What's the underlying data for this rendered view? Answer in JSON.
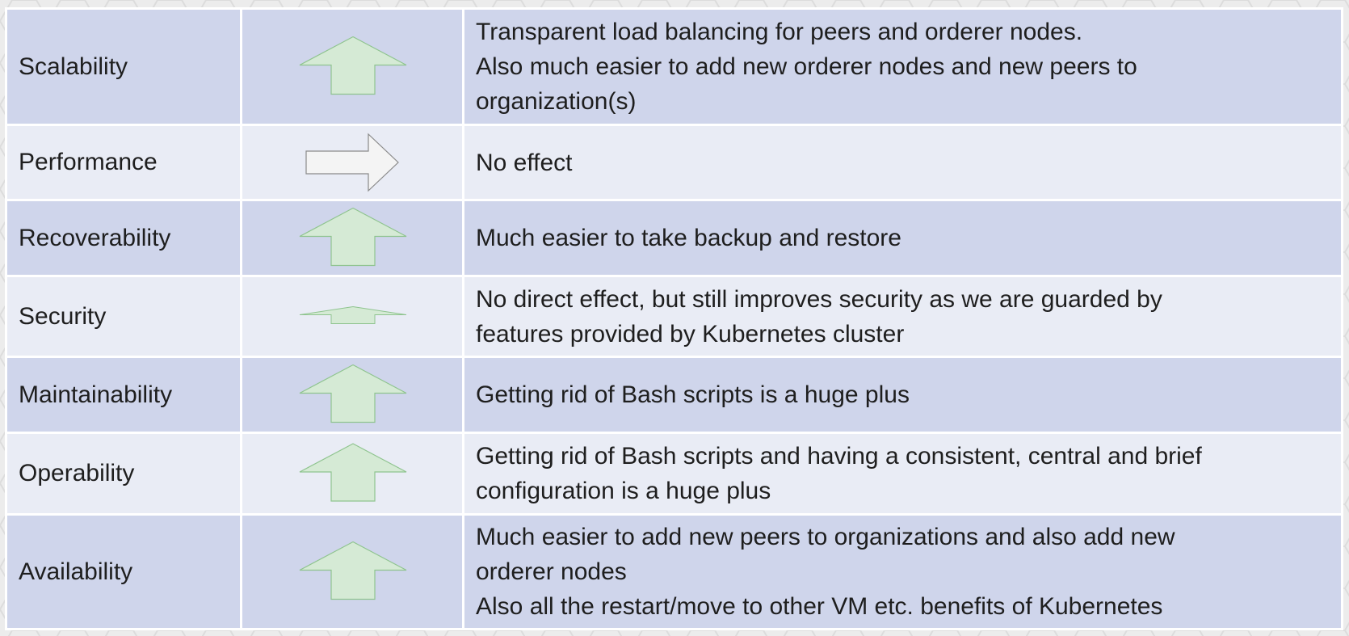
{
  "table": {
    "rows": [
      {
        "attribute": "Scalability",
        "impact": "up",
        "description": [
          "Transparent load balancing for peers and orderer nodes.",
          "Also much easier to add new orderer nodes and new peers to",
          "organization(s)"
        ]
      },
      {
        "attribute": "Performance",
        "impact": "neutral",
        "description": [
          "No effect"
        ]
      },
      {
        "attribute": "Recoverability",
        "impact": "up",
        "description": [
          "Much easier to take backup and restore"
        ]
      },
      {
        "attribute": "Security",
        "impact": "slight-up",
        "description": [
          "No direct effect, but still improves security as we are guarded by",
          "features provided by Kubernetes cluster"
        ]
      },
      {
        "attribute": "Maintainability",
        "impact": "up",
        "description": [
          "Getting rid of Bash scripts is a huge plus"
        ]
      },
      {
        "attribute": "Operability",
        "impact": "up",
        "description": [
          "Getting rid of Bash scripts and having a consistent, central and brief",
          "configuration is a huge plus"
        ]
      },
      {
        "attribute": "Availability",
        "impact": "up",
        "description": [
          "Much easier to add new peers to organizations and also add new",
          "orderer nodes",
          "Also all the restart/move to other VM etc. benefits of Kubernetes"
        ]
      }
    ]
  },
  "colors": {
    "dark_row": "#cfd5eb",
    "light_row": "#e9ecf5",
    "arrow_fill": "#d5ead5",
    "arrow_stroke": "#8fc48f",
    "neutral_fill": "#f4f4f4",
    "neutral_stroke": "#8a8a8a"
  },
  "icons": {
    "up": "arrow-up-icon",
    "neutral": "arrow-right-icon",
    "slight-up": "flat-arrow-up-icon"
  }
}
